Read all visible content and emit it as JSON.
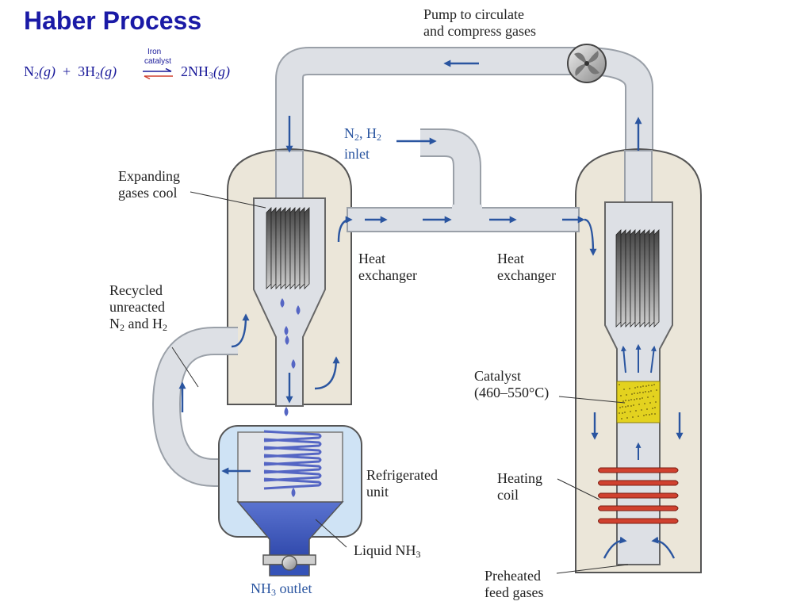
{
  "title": "Haber Process",
  "equation": {
    "reactant1": "N",
    "reactant1_sub": "2",
    "reactant1_state": "(g)",
    "plus": "+",
    "reactant2_coef": "3H",
    "reactant2_sub": "2",
    "reactant2_state": "(g)",
    "product_coef": "2NH",
    "product_sub": "3",
    "product_state": "(g)",
    "catalyst_line1": "Iron",
    "catalyst_line2": "catalyst"
  },
  "labels": {
    "pump_line1": "Pump to circulate",
    "pump_line2": "and compress gases",
    "inlet_line1_a": "N",
    "inlet_line1_sub1": "2",
    "inlet_line1_b": ", H",
    "inlet_line1_sub2": "2",
    "inlet_line2": "inlet",
    "expanding_line1": "Expanding",
    "expanding_line2": "gases cool",
    "heat_exchanger_left_1": "Heat",
    "heat_exchanger_left_2": "exchanger",
    "heat_exchanger_right_1": "Heat",
    "heat_exchanger_right_2": "exchanger",
    "recycled_line1": "Recycled",
    "recycled_line2": "unreacted",
    "recycled_line3_a": "N",
    "recycled_line3_sub1": "2",
    "recycled_line3_b": " and H",
    "recycled_line3_sub2": "2",
    "catalyst_line1": "Catalyst",
    "catalyst_line2": "(460–550°C)",
    "refrigerated_line1": "Refrigerated",
    "refrigerated_line2": "unit",
    "heating_line1": "Heating",
    "heating_line2": "coil",
    "liquid_a": "Liquid NH",
    "liquid_sub": "3",
    "outlet_a": "NH",
    "outlet_sub": "3",
    "outlet_b": " outlet",
    "preheated_line1": "Preheated",
    "preheated_line2": "feed gases"
  },
  "colors": {
    "title": "#1a1aa6",
    "flow_arrow": "#2a55a0",
    "vessel": "#ebe6d9",
    "pipe": "#d9dde3",
    "refrigerated": "#cfe3f5",
    "liquid_ammonia": "#3553b8",
    "catalyst_bed": "#e3d21f",
    "heating_coil": "#d0412f",
    "cooling_coil": "#5566c4"
  }
}
